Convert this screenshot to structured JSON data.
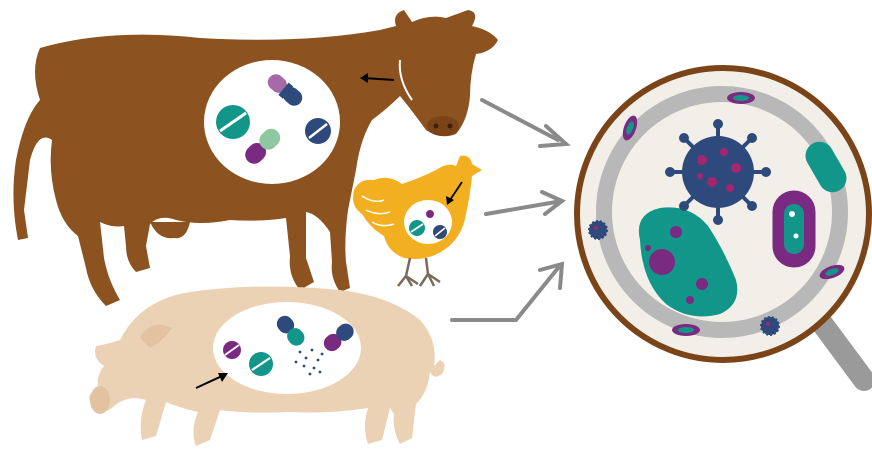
{
  "illustration": {
    "animals": [
      {
        "name": "cow",
        "icon": "cow-icon",
        "color": "#8c5220"
      },
      {
        "name": "chicken",
        "icon": "chicken-icon",
        "color": "#f2b021"
      },
      {
        "name": "pig",
        "icon": "pig-icon",
        "color": "#ecd2b5"
      }
    ],
    "medicines": [
      "capsule-icon",
      "tablet-icon",
      "powder-icon"
    ],
    "target": {
      "icon": "magnifying-glass-icon",
      "contents": [
        "virus-icon",
        "bacteria-icon",
        "protozoa-icon"
      ]
    },
    "colors": {
      "cow_brown": "#8c5220",
      "chicken_yellow": "#f2b021",
      "pig_beige": "#ecd2b5",
      "teal": "#12968a",
      "purple": "#7b2a82",
      "navy": "#2e4a7c",
      "arrow_gray": "#8a8a8a",
      "lens_rim": "#9a9a9a",
      "lens_bg": "#f1efe8"
    }
  }
}
